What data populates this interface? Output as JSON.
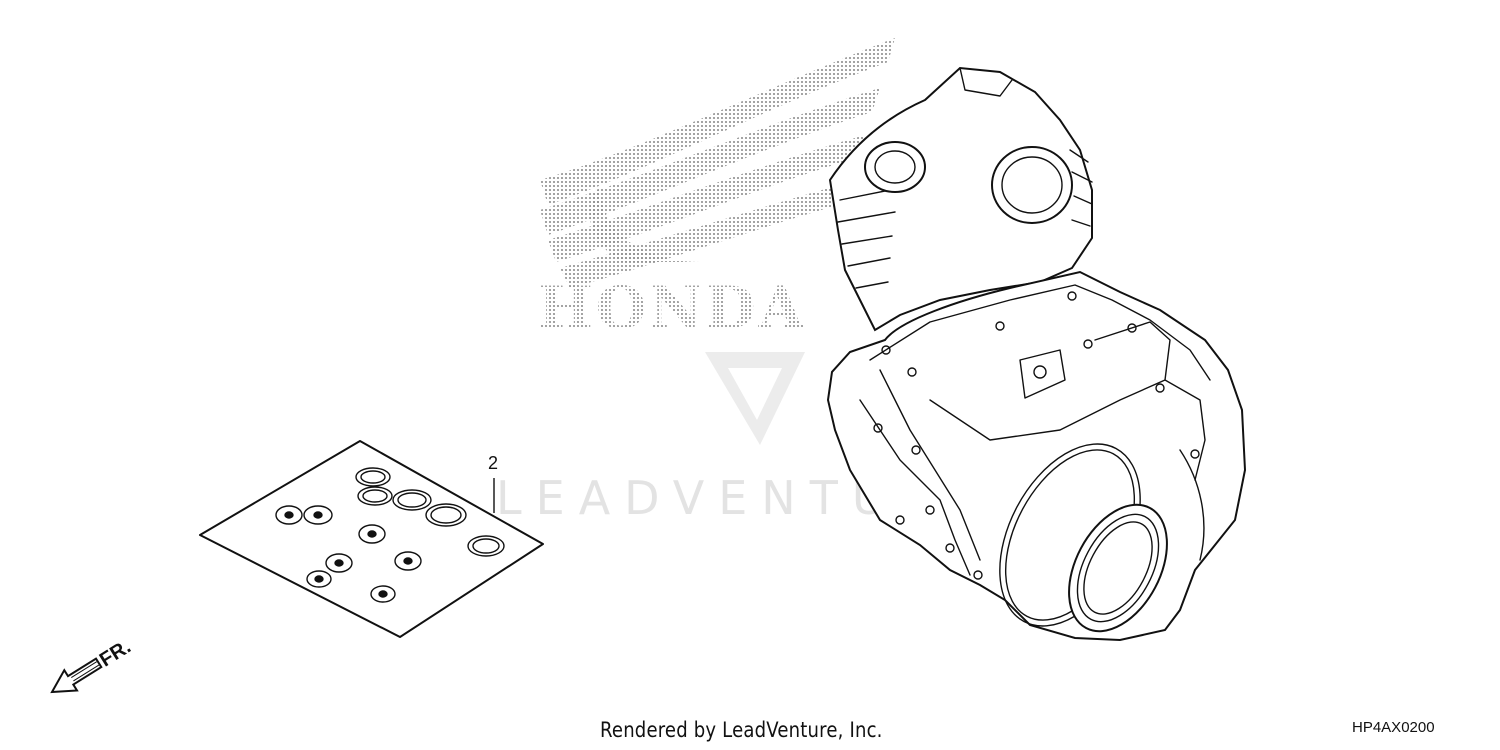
{
  "diagram": {
    "callouts": [
      {
        "label": "2",
        "part": "gasket-kit-b"
      }
    ],
    "direction_marker": "FR.",
    "brand_logo_text": "HONDA",
    "watermark_text": "LEADVENTURE",
    "footer": {
      "rendered_by": "Rendered by LeadVenture, Inc.",
      "diagram_code": "HP4AX0200"
    }
  }
}
